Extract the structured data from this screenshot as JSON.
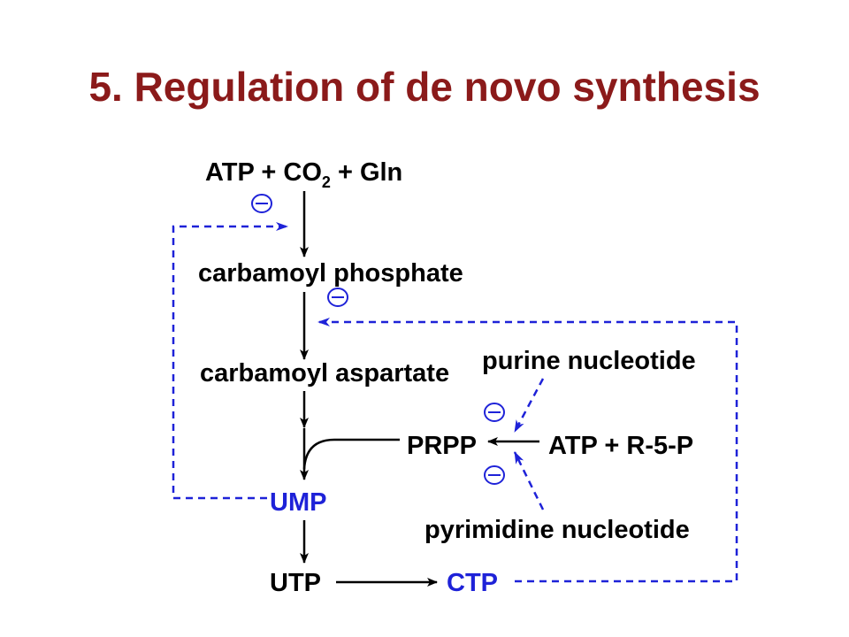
{
  "slide": {
    "title": "5. Regulation of de novo synthesis"
  },
  "colors": {
    "title": "#8b1a1a",
    "pathway": "#000000",
    "regulation": "#1e22d8"
  },
  "nodes": {
    "substrates_prefix": "ATP + CO",
    "substrates_subscript": "2",
    "substrates_suffix": " + Gln",
    "carbamoyl_phosphate": "carbamoyl phosphate",
    "carbamoyl_aspartate": "carbamoyl aspartate",
    "purine_nucleotide": "purine nucleotide",
    "prpp": "PRPP",
    "atp_r5p": "ATP + R-5-P",
    "ump": "UMP",
    "pyrimidine_nucleotide": "pyrimidine nucleotide",
    "utp": "UTP",
    "ctp": "CTP"
  },
  "inhibition": {
    "symbol": "−",
    "icon": "minus-circle-icon"
  }
}
